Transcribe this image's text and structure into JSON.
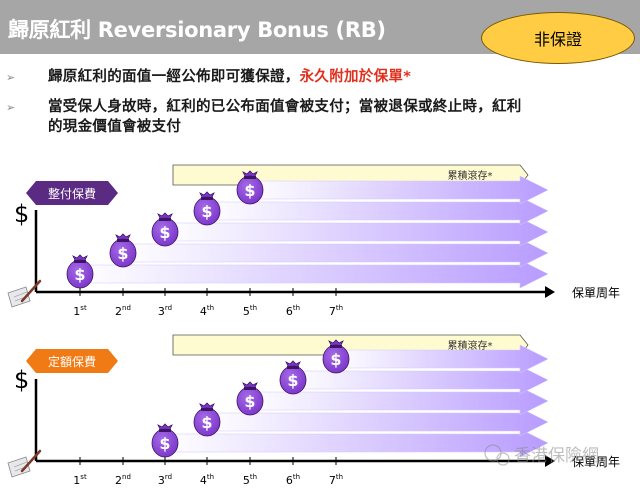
{
  "title": "歸原紅利 Reversionary Bonus (RB)",
  "badge": "非保證",
  "bullets": [
    {
      "text": "歸原紅利的面值一經公佈即可獲保證，",
      "highlight": "永久附加於保單*"
    },
    {
      "line1": "當受保人身故時，紅利的已公布面值會被支付；當被退保或終止時，紅利",
      "line2": "的現金價值會被支付"
    }
  ],
  "accumulated_label": "累積滾存*",
  "x_axis_label": "保單周年",
  "dollar_sign": "$",
  "money_bag_symbol": "$",
  "year_ticks": [
    {
      "n": "1",
      "sup": "st"
    },
    {
      "n": "2",
      "sup": "nd"
    },
    {
      "n": "3",
      "sup": "rd"
    },
    {
      "n": "4",
      "sup": "th"
    },
    {
      "n": "5",
      "sup": "th"
    },
    {
      "n": "6",
      "sup": "th"
    },
    {
      "n": "7",
      "sup": "th"
    }
  ],
  "panels": [
    {
      "label": "整付保費",
      "label_color": "#5b2a82",
      "bags_at_years": [
        1,
        2,
        3,
        4,
        5
      ]
    },
    {
      "label": "定額保費",
      "label_color": "#f07a14",
      "bags_at_years": [
        3,
        4,
        5,
        6,
        7
      ]
    }
  ],
  "colors": {
    "arrow": "#b89cff",
    "bag": "#7a35c8",
    "accum_bar": "#fffbd0"
  },
  "watermark": "香港保險網"
}
